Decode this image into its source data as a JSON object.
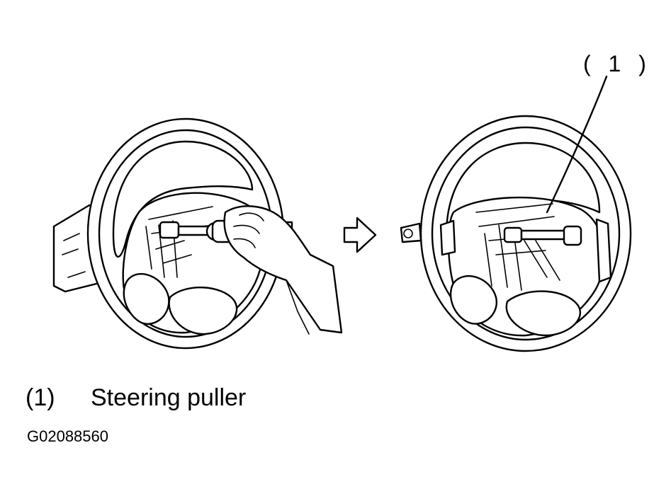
{
  "callout": {
    "label": "( 1 )"
  },
  "legend": {
    "items": [
      {
        "ref": "(1)",
        "text": "Steering puller"
      }
    ]
  },
  "figure_id": "G02088560",
  "icons": {
    "arrow": "right-arrow-icon"
  }
}
